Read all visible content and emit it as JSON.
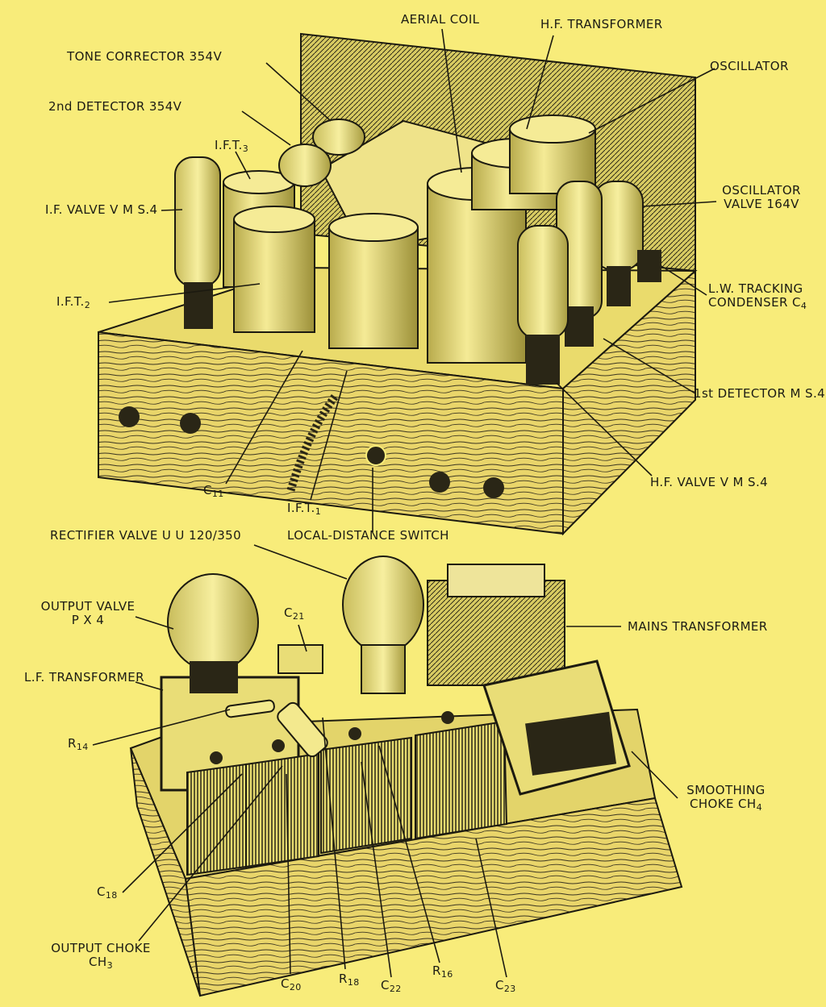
{
  "top_unit": {
    "labels": {
      "aerial_coil": "AERIAL COIL",
      "hf_transformer": "H.F. TRANSFORMER",
      "tone_corrector": "TONE CORRECTOR 354V",
      "oscillator": "OSCILLATOR",
      "second_detector": "2nd DETECTOR 354V",
      "ift3": "I.F.T.",
      "ift3_sub": "3",
      "if_valve": "I.F. VALVE V M S.4",
      "oscillator_valve_1": "OSCILLATOR",
      "oscillator_valve_2": "VALVE 164V",
      "ift2": "I.F.T.",
      "ift2_sub": "2",
      "lw_tracking_1": "L.W. TRACKING",
      "lw_tracking_2": "CONDENSER C",
      "lw_tracking_sub": "4",
      "first_detector": "1st DETECTOR M S.4",
      "c11": "C",
      "c11_sub": "11",
      "ift1": "I.F.T.",
      "ift1_sub": "1",
      "local_distance": "LOCAL-DISTANCE SWITCH",
      "hf_valve": "H.F.  VALVE V M S.4"
    }
  },
  "bottom_unit": {
    "labels": {
      "rectifier": "RECTIFIER VALVE U U 120/350",
      "output_valve_1": "OUTPUT VALVE",
      "output_valve_2": "P X 4",
      "c21": "C",
      "c21_sub": "21",
      "mains_transformer": "MAINS TRANSFORMER",
      "lf_transformer": "L.F. TRANSFORMER",
      "r14": "R",
      "r14_sub": "14",
      "smoothing_1": "SMOOTHING",
      "smoothing_2": "CHOKE CH",
      "smoothing_sub": "4",
      "c18": "C",
      "c18_sub": "18",
      "output_choke_1": "OUTPUT CHOKE",
      "output_choke_2": "CH",
      "output_choke_sub": "3",
      "c20": "C",
      "c20_sub": "20",
      "r18": "R",
      "r18_sub": "18",
      "c22": "C",
      "c22_sub": "22",
      "r16": "R",
      "r16_sub": "16",
      "c23": "C",
      "c23_sub": "23"
    }
  }
}
